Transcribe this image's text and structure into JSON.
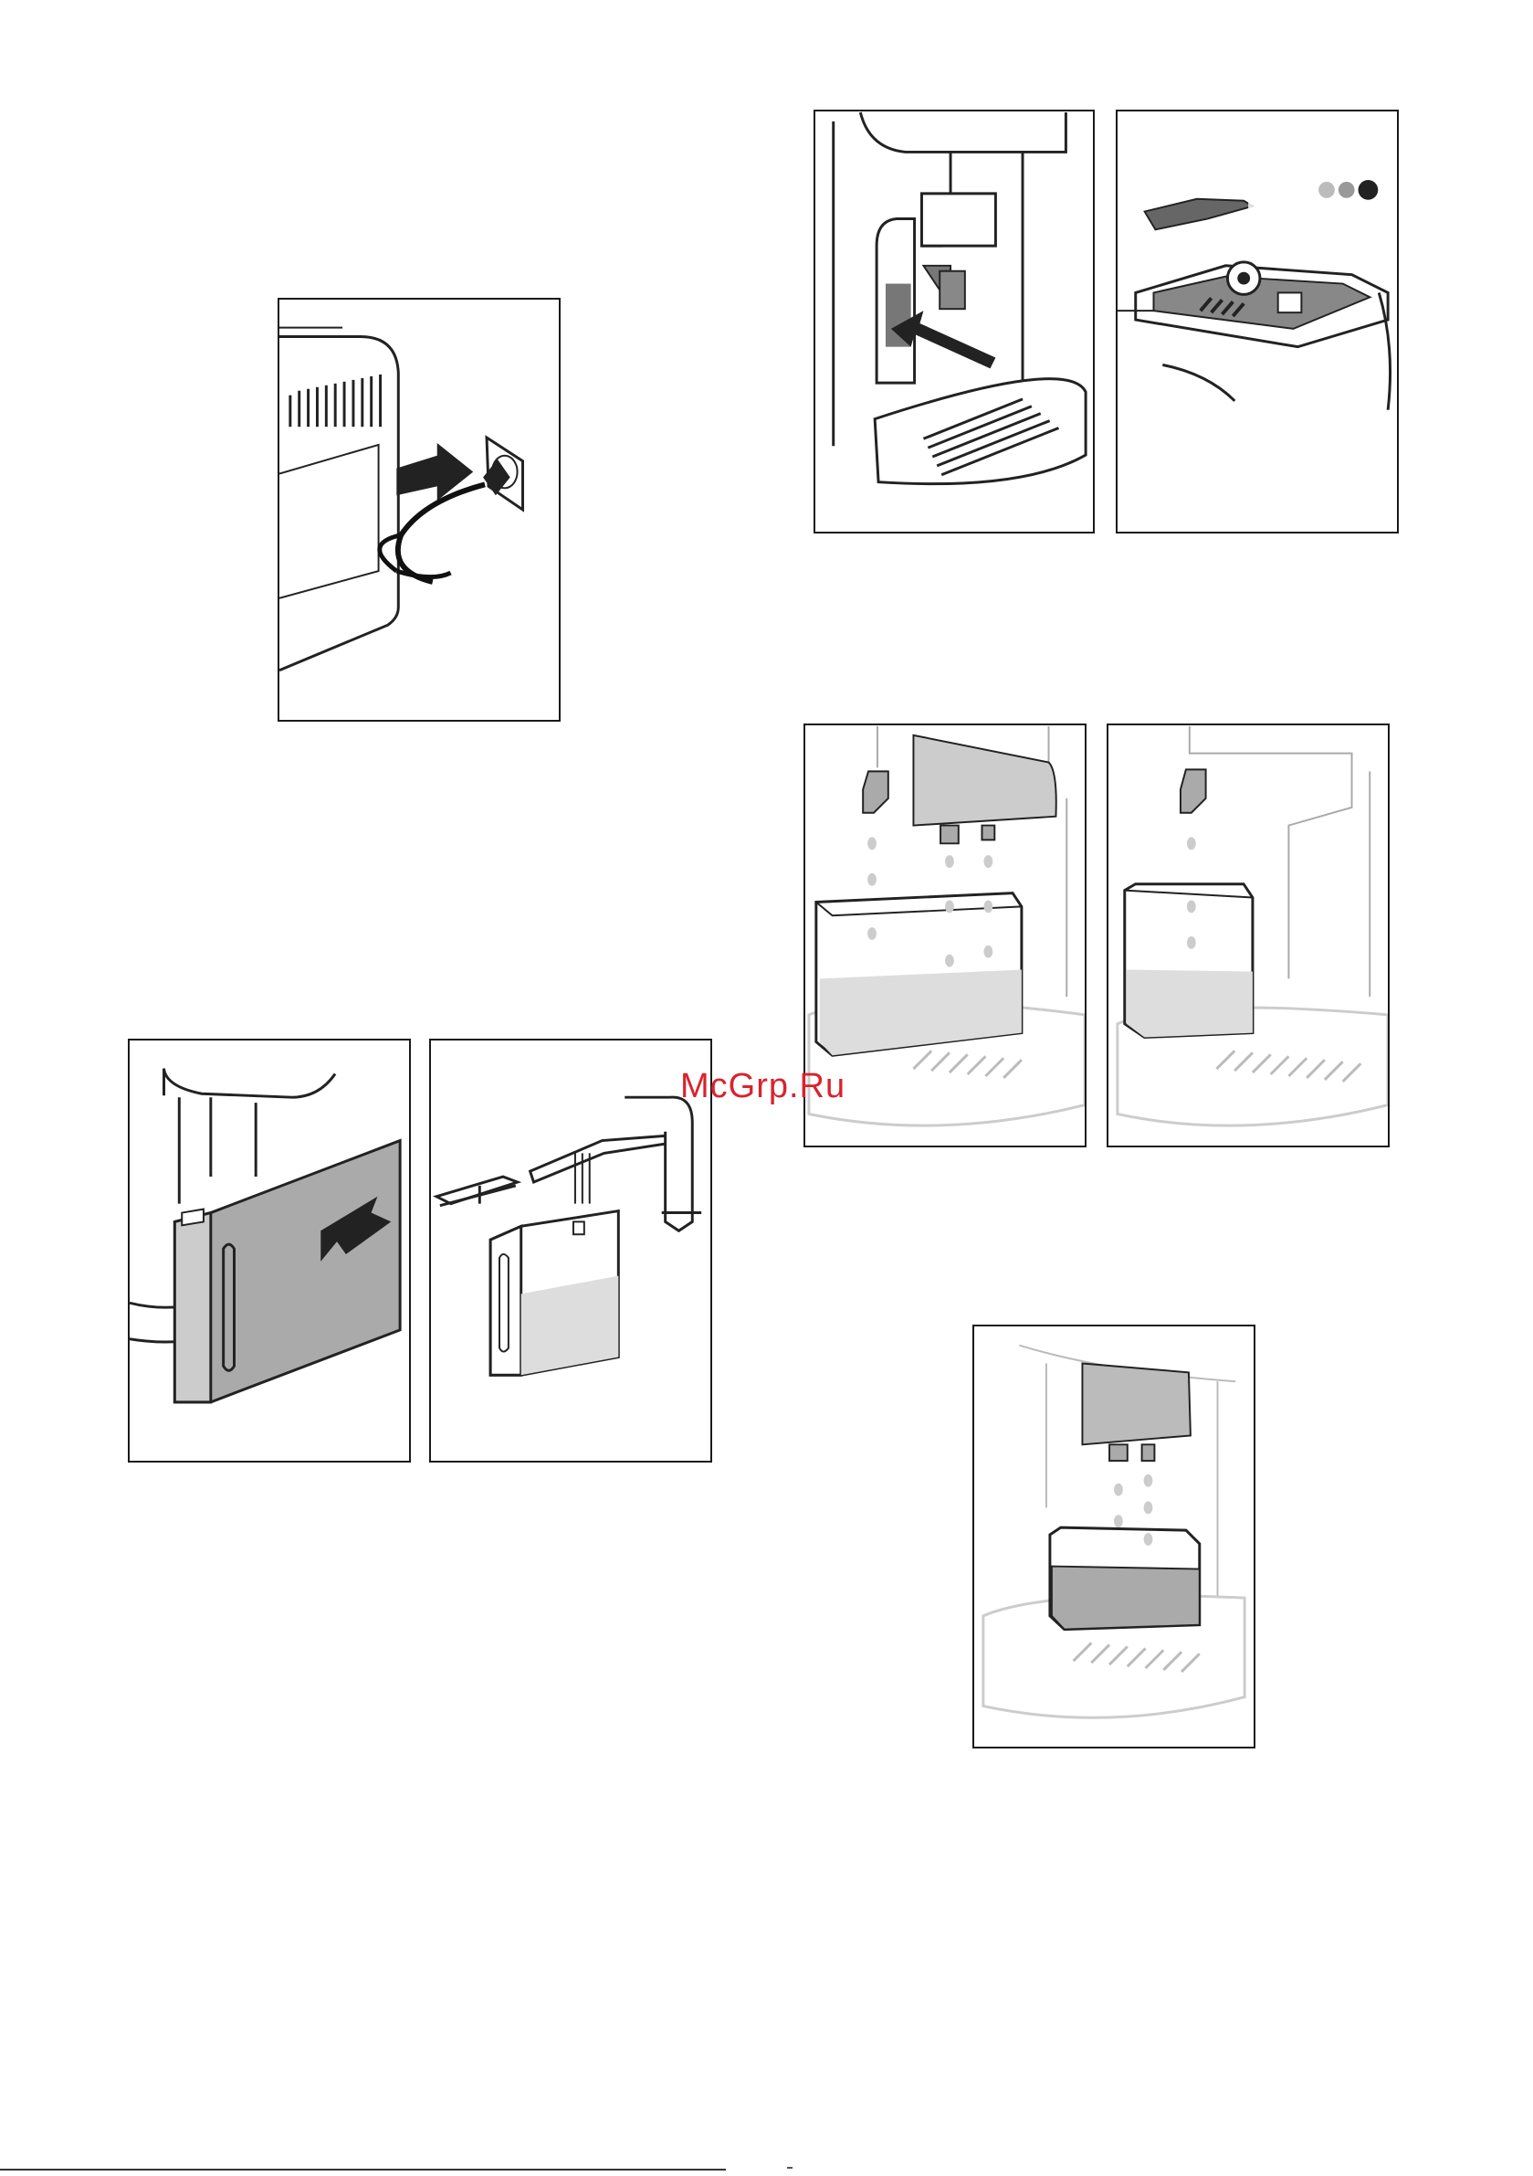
{
  "page": {
    "watermark": "McGrp.Ru"
  },
  "figures": [
    {
      "id": "fig-plug-in",
      "icon": "power-plug-illustration"
    },
    {
      "id": "fig-dispenser-slide",
      "icon": "dispenser-arrow-illustration"
    },
    {
      "id": "fig-bean-container",
      "icon": "bean-hopper-illustration"
    },
    {
      "id": "fig-remove-tank",
      "icon": "water-tank-remove-illustration"
    },
    {
      "id": "fig-fill-tank",
      "icon": "faucet-fill-illustration"
    },
    {
      "id": "fig-drip-both",
      "icon": "container-dripping-two-spouts"
    },
    {
      "id": "fig-drip-single",
      "icon": "container-dripping-one-spout"
    },
    {
      "id": "fig-drip-coffee",
      "icon": "container-dripping-coffee-spout"
    }
  ]
}
